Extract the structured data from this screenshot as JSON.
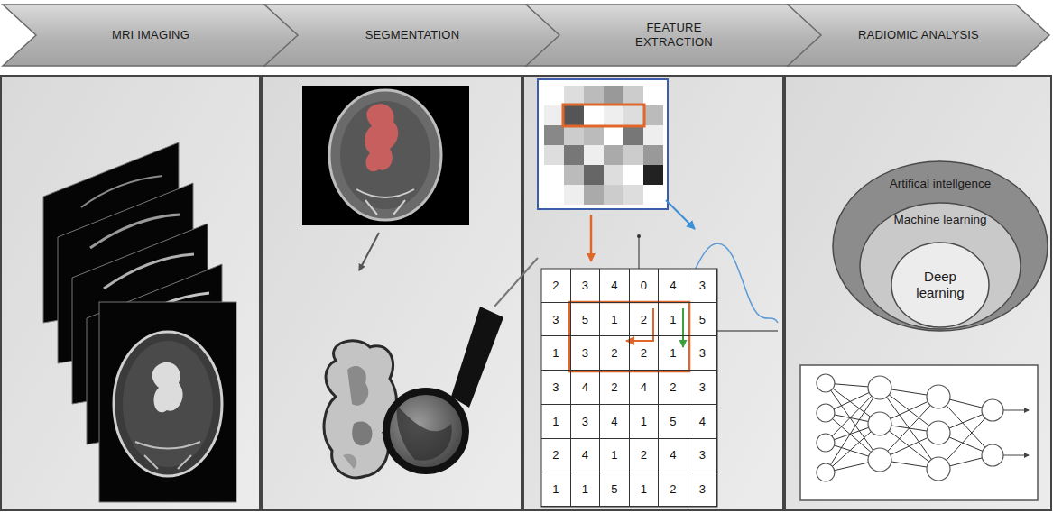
{
  "diagram": {
    "nodes": [
      {
        "text": [
          "MRI IMAGING"
        ]
      },
      {
        "text": [
          "SEGMENTATION"
        ]
      },
      {
        "text": [
          "FEATURE EXTRACTION"
        ]
      },
      {
        "text": [
          "RADIOMIC ANALYSIS"
        ]
      },
      {
        "text": [
          "Artifical intellgence"
        ]
      },
      {
        "text": [
          "Machine learning"
        ],
        "in": 4
      },
      {
        "text": [
          "Deep learning"
        ],
        "in": 5
      }
    ],
    "labels": [
      "2",
      "3",
      "4",
      "0",
      "4",
      "3",
      "3",
      "5",
      "1",
      "2",
      "1",
      "5",
      "1",
      "3",
      "2",
      "2",
      "1",
      "3",
      "3",
      "4",
      "2",
      "4",
      "2",
      "3",
      "1",
      "3",
      "4",
      "1",
      "5",
      "4",
      "2",
      "4",
      "1",
      "2",
      "4",
      "3",
      "1",
      "1",
      "5",
      "1",
      "2",
      "3"
    ]
  }
}
